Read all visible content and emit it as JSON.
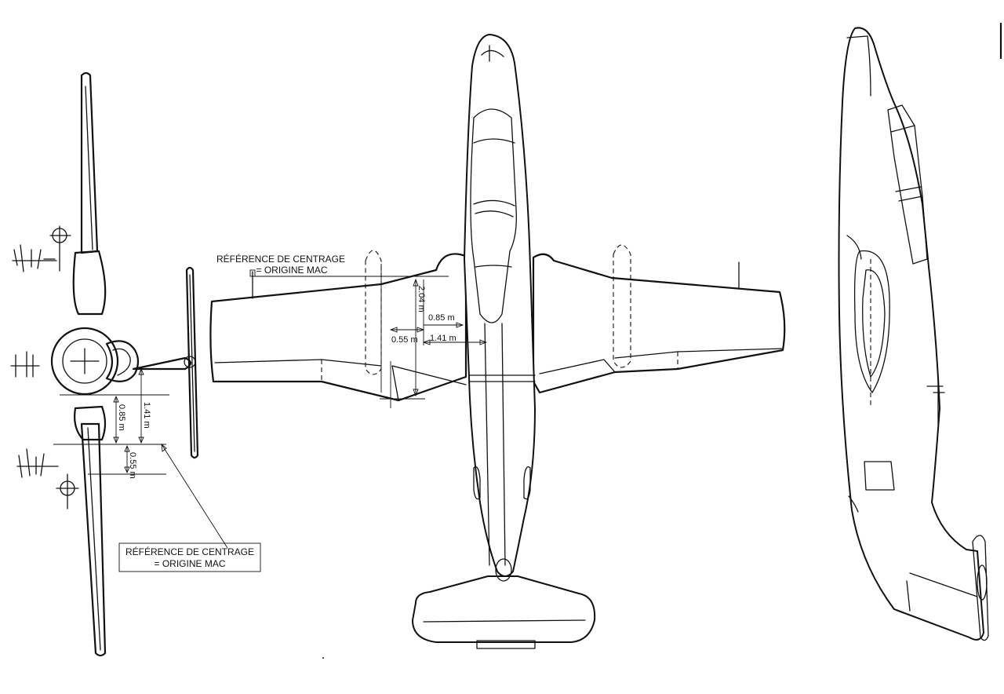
{
  "labels": {
    "centrage_top_line1": "RÉFÉRENCE DE CENTRAGE",
    "centrage_top_line2": "= ORIGINE MAC",
    "centrage_box_line1": "RÉFÉRENCE DE CENTRAGE",
    "centrage_box_line2": "= ORIGINE MAC"
  },
  "dimensions": {
    "plan_chord": "2.04 m",
    "plan_085": "0.85 m",
    "plan_055": "0.55 m",
    "plan_141": "1.41 m",
    "front_085": "0.85 m",
    "front_141": "1.41 m",
    "front_055": "0.55 m"
  }
}
